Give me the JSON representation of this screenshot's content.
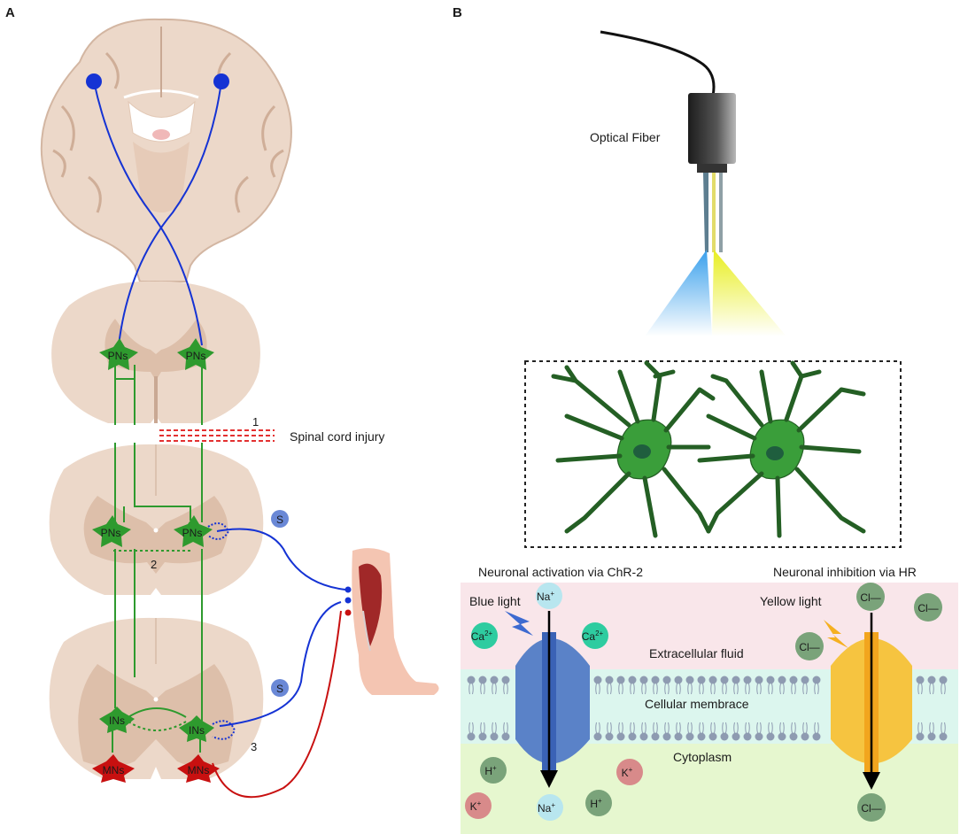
{
  "panels": {
    "a": "A",
    "b": "B"
  },
  "panel_a": {
    "pns_1": "PNs",
    "pns_2": "PNs",
    "pns_3": "PNs",
    "pns_4": "PNs",
    "ins_1": "INs",
    "ins_2": "INs",
    "mns_1": "MNs",
    "mns_2": "MNs",
    "num_1": "1",
    "num_2": "2",
    "num_3": "3",
    "injury_label": "Spinal cord injury",
    "s_1": "S",
    "s_2": "S"
  },
  "panel_b": {
    "optical_fiber": "Optical Fiber",
    "activation_title": "Neuronal activation via ChR-2",
    "inhibition_title": "Neuronal inhibition via HR",
    "blue_light": "Blue light",
    "yellow_light": "Yellow light",
    "extracellular": "Extracellular fluid",
    "membrane": "Cellular membrace",
    "cytoplasm": "Cytoplasm",
    "ions": {
      "na": "Na",
      "na_sup": "+",
      "ca": "Ca",
      "ca_sup": "2+",
      "k": "K",
      "k_sup": "+",
      "h": "H",
      "h_sup": "+",
      "cl": "Cl—"
    }
  },
  "colors": {
    "tissue": "#ecd8c9",
    "tissue_dark": "#ddbfaa",
    "neuron_green": "#2e9a2e",
    "motor_red": "#c81010",
    "corticospinal_blue": "#1533d4",
    "extracellular_bg": "#f9e6ea",
    "membrane_bg": "#dcf6ee",
    "cytoplasm_bg": "#e6f7cf",
    "chr2_blue": "#5a82c8",
    "hr_yellow": "#f6c440"
  }
}
